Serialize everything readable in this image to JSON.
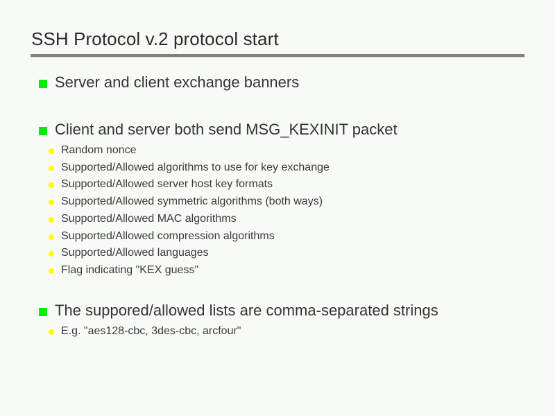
{
  "slide": {
    "title": "SSH Protocol v.2 protocol start",
    "colors": {
      "background": "#f7faf7",
      "title_text": "#2b2b2b",
      "body_text": "#333333",
      "rule": "#7c837c",
      "level1_bullet": "#00ee00",
      "level2_bullet": "#ffff00"
    },
    "bullets": [
      {
        "level": 1,
        "text": "Server and client exchange banners",
        "children": []
      },
      {
        "level": 1,
        "text": "Client and server both send MSG_KEXINIT packet",
        "children": [
          {
            "level": 2,
            "text": "Random nonce"
          },
          {
            "level": 2,
            "text": "Supported/Allowed algorithms to use for key exchange"
          },
          {
            "level": 2,
            "text": "Supported/Allowed server host key formats"
          },
          {
            "level": 2,
            "text": "Supported/Allowed symmetric algorithms (both ways)"
          },
          {
            "level": 2,
            "text": "Supported/Allowed MAC algorithms"
          },
          {
            "level": 2,
            "text": "Supported/Allowed compression algorithms"
          },
          {
            "level": 2,
            "text": "Supported/Allowed languages"
          },
          {
            "level": 2,
            "text": "Flag indicating \"KEX guess\""
          }
        ]
      },
      {
        "level": 1,
        "text": "The suppored/allowed lists are comma-separated strings",
        "children": [
          {
            "level": 2,
            "text": "E.g. \"aes128-cbc, 3des-cbc, arcfour\""
          }
        ]
      }
    ]
  }
}
